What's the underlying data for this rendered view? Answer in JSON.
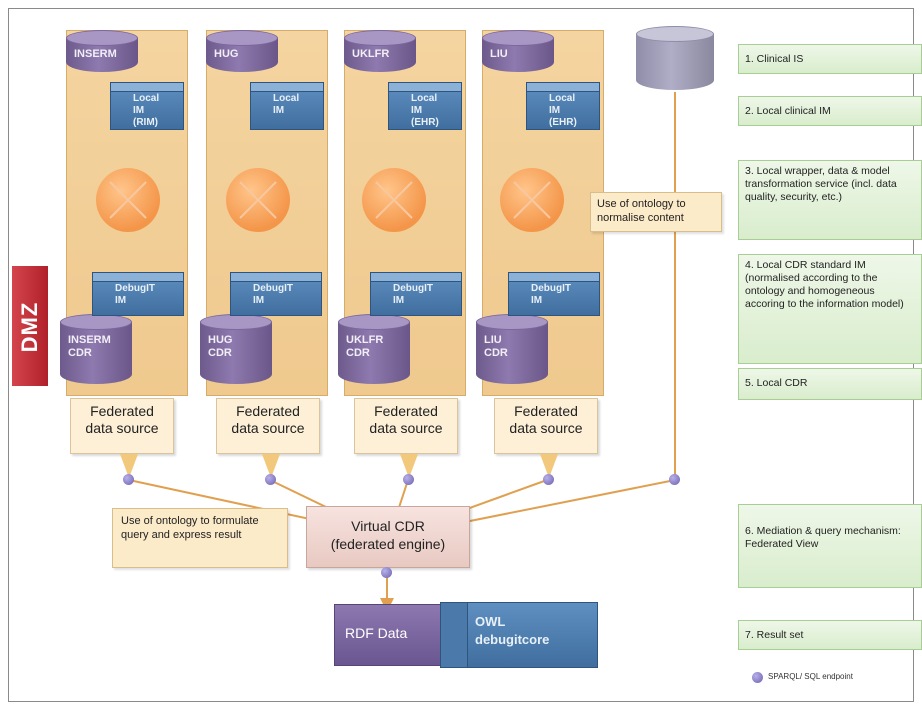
{
  "sources": [
    {
      "name": "INSERM",
      "local_im": "Local\nIM\n(RIM)",
      "debugit_im": "DebugIT\nIM",
      "cdr": "INSERM\nCDR",
      "federated": "Federated\ndata source"
    },
    {
      "name": "HUG",
      "local_im": "Local\nIM",
      "debugit_im": "DebugIT\nIM",
      "cdr": "HUG\nCDR",
      "federated": "Federated\ndata source"
    },
    {
      "name": "UKLFR",
      "local_im": "Local\nIM\n(EHR)",
      "debugit_im": "DebugIT\nIM",
      "cdr": "UKLFR\nCDR",
      "federated": "Federated\ndata source"
    },
    {
      "name": "LIU",
      "local_im": "Local\nIM\n(EHR)",
      "debugit_im": "DebugIT\nIM",
      "cdr": "LIU\nCDR",
      "federated": "Federated\ndata source"
    }
  ],
  "dmz_label": "DMZ",
  "callouts": {
    "ontology_normalise": "Use of ontology to normalise content",
    "ontology_query": "Use of ontology to formulate query and express result"
  },
  "virtual_cdr": "Virtual CDR\n(federated engine)",
  "rdf_data": "RDF Data",
  "owl": "OWL\ndebugitcore",
  "legend": [
    "1. Clinical IS",
    "2. Local clinical IM",
    "3. Local wrapper, data & model transformation service (incl. data quality, security, etc.)",
    "4. Local CDR standard IM (normalised according to the ontology and homogeneous accoring to the information model)",
    "5. Local CDR",
    "6. Mediation & query mechanism: Federated View",
    "7. Result set"
  ],
  "endpoint_legend": "SPARQL/ SQL endpoint",
  "colors": {
    "column": "#efc98e",
    "cylinder": "#7a669a",
    "im_box": "#4a7aab",
    "transform_circle": "#f4964a",
    "legend_box": "#d9edcd",
    "dmz": "#c0303a",
    "endpoint": "#7a70c0"
  }
}
